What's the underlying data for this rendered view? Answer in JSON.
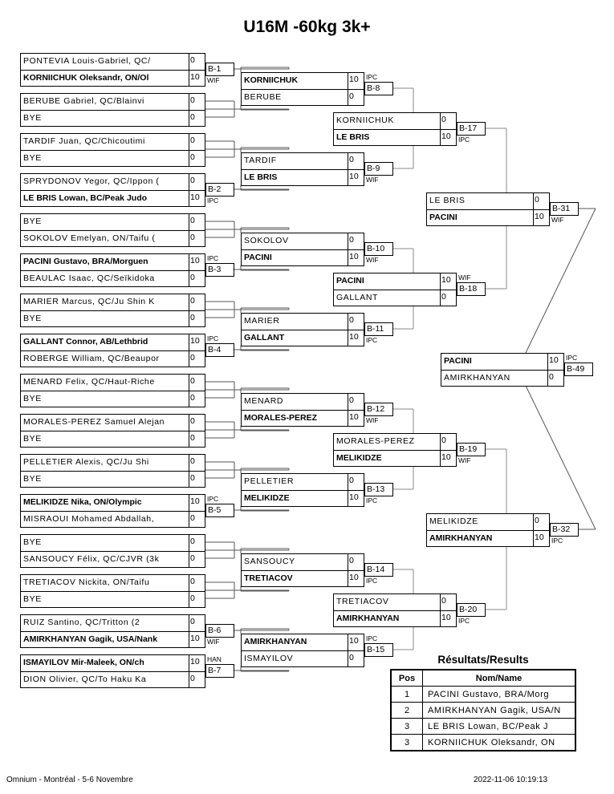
{
  "title": "U16M -60kg 3k+",
  "rounds": [
    {
      "name": "round-1",
      "matches": [
        {
          "bout": "B-1",
          "tag": "WIF",
          "players": [
            {
              "name": "PONTEVIA Louis-Gabriel, QC/",
              "score": "0",
              "winner": false
            },
            {
              "name": "KORNIICHUK Oleksandr, ON/Ol",
              "score": "10",
              "winner": true
            }
          ]
        },
        {
          "bout": "",
          "tag": "",
          "players": [
            {
              "name": "BERUBE Gabriel, QC/Blainvi",
              "score": "0",
              "winner": false
            },
            {
              "name": "BYE",
              "score": "0",
              "winner": false
            }
          ]
        },
        {
          "bout": "",
          "tag": "",
          "players": [
            {
              "name": "TARDIF Juan, QC/Chicoutimi",
              "score": "0",
              "winner": false
            },
            {
              "name": "BYE",
              "score": "0",
              "winner": false
            }
          ]
        },
        {
          "bout": "B-2",
          "tag": "IPC",
          "players": [
            {
              "name": "SPRYDONOV Yegor, QC/Ippon (",
              "score": "0",
              "winner": false
            },
            {
              "name": "LE BRIS Lowan, BC/Peak Judo",
              "score": "10",
              "winner": true
            }
          ]
        },
        {
          "bout": "",
          "tag": "",
          "players": [
            {
              "name": "BYE",
              "score": "0",
              "winner": false
            },
            {
              "name": "SOKOLOV Emelyan, ON/Taifu (",
              "score": "0",
              "winner": false
            }
          ]
        },
        {
          "bout": "B-3",
          "tag": "IPC",
          "players": [
            {
              "name": "PACINI Gustavo, BRA/Morguen",
              "score": "10",
              "winner": true
            },
            {
              "name": "BEAULAC Isaac, QC/Seïkidoka",
              "score": "0",
              "winner": false
            }
          ]
        },
        {
          "bout": "",
          "tag": "",
          "players": [
            {
              "name": "MARIER Marcus, QC/Ju Shin K",
              "score": "0",
              "winner": false
            },
            {
              "name": "BYE",
              "score": "0",
              "winner": false
            }
          ]
        },
        {
          "bout": "B-4",
          "tag": "IPC",
          "players": [
            {
              "name": "GALLANT Connor, AB/Lethbrid",
              "score": "10",
              "winner": true
            },
            {
              "name": "ROBERGE William, QC/Beaupor",
              "score": "0",
              "winner": false
            }
          ]
        },
        {
          "bout": "",
          "tag": "",
          "players": [
            {
              "name": "MENARD Felix, QC/Haut-Riche",
              "score": "0",
              "winner": false
            },
            {
              "name": "BYE",
              "score": "0",
              "winner": false
            }
          ]
        },
        {
          "bout": "",
          "tag": "",
          "players": [
            {
              "name": "MORALES-PEREZ Samuel Alejan",
              "score": "0",
              "winner": false
            },
            {
              "name": "BYE",
              "score": "0",
              "winner": false
            }
          ]
        },
        {
          "bout": "",
          "tag": "",
          "players": [
            {
              "name": "PELLETIER Alexis, QC/Ju Shi",
              "score": "0",
              "winner": false
            },
            {
              "name": "BYE",
              "score": "0",
              "winner": false
            }
          ]
        },
        {
          "bout": "B-5",
          "tag": "IPC",
          "players": [
            {
              "name": "MELIKIDZE Nika, ON/Olympic",
              "score": "10",
              "winner": true
            },
            {
              "name": "MISRAOUI Mohamed Abdallah,",
              "score": "0",
              "winner": false
            }
          ]
        },
        {
          "bout": "",
          "tag": "",
          "players": [
            {
              "name": "BYE",
              "score": "0",
              "winner": false
            },
            {
              "name": "SANSOUCY Félix, QC/CJVR (3k",
              "score": "0",
              "winner": false
            }
          ]
        },
        {
          "bout": "",
          "tag": "",
          "players": [
            {
              "name": "TRETIACOV Nickita, ON/Taifu",
              "score": "0",
              "winner": false
            },
            {
              "name": "BYE",
              "score": "0",
              "winner": false
            }
          ]
        },
        {
          "bout": "B-6",
          "tag": "WIF",
          "players": [
            {
              "name": "RUIZ Santino, QC/Tritton (2",
              "score": "0",
              "winner": false
            },
            {
              "name": "AMIRKHANYAN Gagik, USA/Nank",
              "score": "10",
              "winner": true
            }
          ]
        },
        {
          "bout": "B-7",
          "tag": "HAN",
          "players": [
            {
              "name": "ISMAYILOV Mir-Maleek, ON/ch",
              "score": "10",
              "winner": true
            },
            {
              "name": "DION Olivier, QC/To Haku Ka",
              "score": "0",
              "winner": false
            }
          ]
        }
      ]
    },
    {
      "name": "round-2",
      "matches": [
        {
          "bout": "B-8",
          "tag": "IPC",
          "players": [
            {
              "name": "KORNIICHUK",
              "score": "10",
              "winner": true
            },
            {
              "name": "BERUBE",
              "score": "0",
              "winner": false
            }
          ]
        },
        {
          "bout": "B-9",
          "tag": "WIF",
          "players": [
            {
              "name": "TARDIF",
              "score": "0",
              "winner": false
            },
            {
              "name": "LE BRIS",
              "score": "10",
              "winner": true
            }
          ]
        },
        {
          "bout": "B-10",
          "tag": "WIF",
          "players": [
            {
              "name": "SOKOLOV",
              "score": "0",
              "winner": false
            },
            {
              "name": "PACINI",
              "score": "10",
              "winner": true
            }
          ]
        },
        {
          "bout": "B-11",
          "tag": "IPC",
          "players": [
            {
              "name": "MARIER",
              "score": "0",
              "winner": false
            },
            {
              "name": "GALLANT",
              "score": "10",
              "winner": true
            }
          ]
        },
        {
          "bout": "B-12",
          "tag": "WIF",
          "players": [
            {
              "name": "MENARD",
              "score": "0",
              "winner": false
            },
            {
              "name": "MORALES-PEREZ",
              "score": "10",
              "winner": true
            }
          ]
        },
        {
          "bout": "B-13",
          "tag": "IPC",
          "players": [
            {
              "name": "PELLETIER",
              "score": "0",
              "winner": false
            },
            {
              "name": "MELIKIDZE",
              "score": "10",
              "winner": true
            }
          ]
        },
        {
          "bout": "B-14",
          "tag": "IPC",
          "players": [
            {
              "name": "SANSOUCY",
              "score": "0",
              "winner": false
            },
            {
              "name": "TRETIACOV",
              "score": "10",
              "winner": true
            }
          ]
        },
        {
          "bout": "B-15",
          "tag": "IPC",
          "players": [
            {
              "name": "AMIRKHANYAN",
              "score": "10",
              "winner": true
            },
            {
              "name": "ISMAYILOV",
              "score": "0",
              "winner": false
            }
          ]
        }
      ]
    },
    {
      "name": "round-3",
      "matches": [
        {
          "bout": "B-17",
          "tag": "IPC",
          "players": [
            {
              "name": "KORNIICHUK",
              "score": "0",
              "winner": false
            },
            {
              "name": "LE BRIS",
              "score": "10",
              "winner": true
            }
          ]
        },
        {
          "bout": "B-18",
          "tag": "WIF",
          "players": [
            {
              "name": "PACINI",
              "score": "10",
              "winner": true
            },
            {
              "name": "GALLANT",
              "score": "0",
              "winner": false
            }
          ]
        },
        {
          "bout": "B-19",
          "tag": "WIF",
          "players": [
            {
              "name": "MORALES-PEREZ",
              "score": "0",
              "winner": false
            },
            {
              "name": "MELIKIDZE",
              "score": "10",
              "winner": true
            }
          ]
        },
        {
          "bout": "B-20",
          "tag": "IPC",
          "players": [
            {
              "name": "TRETIACOV",
              "score": "0",
              "winner": false
            },
            {
              "name": "AMIRKHANYAN",
              "score": "10",
              "winner": true
            }
          ]
        }
      ]
    },
    {
      "name": "semifinals",
      "matches": [
        {
          "bout": "B-31",
          "tag": "WIF",
          "players": [
            {
              "name": "LE BRIS",
              "score": "0",
              "winner": false
            },
            {
              "name": "PACINI",
              "score": "10",
              "winner": true
            }
          ]
        },
        {
          "bout": "B-32",
          "tag": "IPC",
          "players": [
            {
              "name": "MELIKIDZE",
              "score": "0",
              "winner": false
            },
            {
              "name": "AMIRKHANYAN",
              "score": "10",
              "winner": true
            }
          ]
        }
      ]
    },
    {
      "name": "final",
      "matches": [
        {
          "bout": "B-49",
          "tag": "IPC",
          "players": [
            {
              "name": "PACINI",
              "score": "10",
              "winner": true
            },
            {
              "name": "AMIRKHANYAN",
              "score": "0",
              "winner": false
            }
          ]
        }
      ]
    }
  ],
  "results": {
    "title": "Résultats/Results",
    "headers": {
      "pos": "Pos",
      "name": "Nom/Name"
    },
    "rows": [
      {
        "pos": "1",
        "name": "PACINI Gustavo, BRA/Morg"
      },
      {
        "pos": "2",
        "name": "AMIRKHANYAN Gagik, USA/N"
      },
      {
        "pos": "3",
        "name": "LE BRIS Lowan, BC/Peak J"
      },
      {
        "pos": "3",
        "name": "KORNIICHUK Oleksandr, ON"
      }
    ]
  },
  "footer": {
    "event": "Omnium - Montréal - 5-6 Novembre",
    "timestamp": "2022-11-06 10:19:13"
  }
}
